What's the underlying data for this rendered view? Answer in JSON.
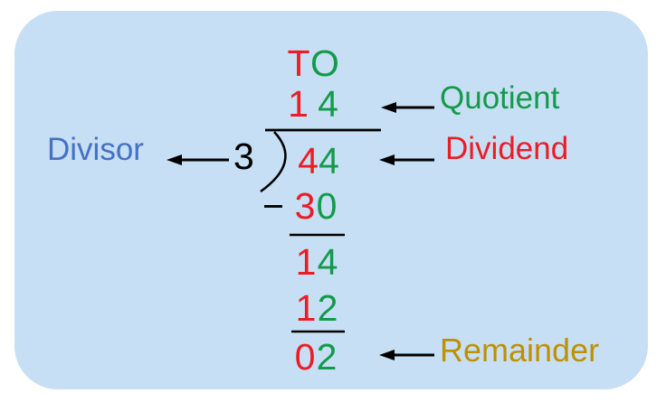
{
  "colors": {
    "page_background": "#ffffff",
    "panel_background": "#c7dff4",
    "tens_red": "#ec1c24",
    "ones_green": "#149a4a",
    "divisor_blue": "#4472c4",
    "remainder_gold": "#bf9000",
    "ink_black": "#000000"
  },
  "place_values": {
    "tens": "T",
    "ones": "O"
  },
  "quotient": {
    "tens": "1",
    "ones": "4",
    "label": "Quotient"
  },
  "divisor": {
    "value": "3",
    "label": "Divisor"
  },
  "dividend": {
    "tens": "4",
    "ones": "4",
    "label": "Dividend"
  },
  "work": {
    "minus_sign": "−",
    "product1": {
      "tens": "3",
      "ones": "0"
    },
    "difference": {
      "tens": "1",
      "ones": "4"
    },
    "product2": {
      "tens": "1",
      "ones": "2"
    },
    "remainder_digits": {
      "tens": "0",
      "ones": "2"
    }
  },
  "remainder": {
    "label": "Remainder"
  },
  "icons": {
    "divisor_arrow": "left-arrow",
    "quotient_arrow": "left-arrow",
    "dividend_arrow": "left-arrow",
    "remainder_arrow": "left-arrow"
  }
}
